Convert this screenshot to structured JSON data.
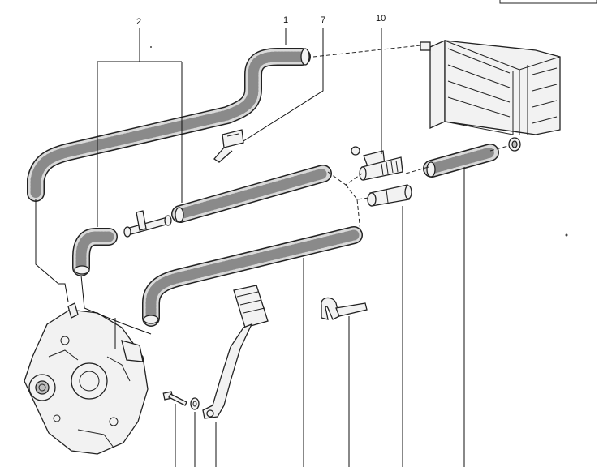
{
  "callouts": {
    "c1": "1",
    "c2": "2",
    "c7": "7",
    "c10": "10"
  },
  "icons": {
    "heater_core": "heater-core-icon",
    "water_pump": "water-pump-icon"
  }
}
